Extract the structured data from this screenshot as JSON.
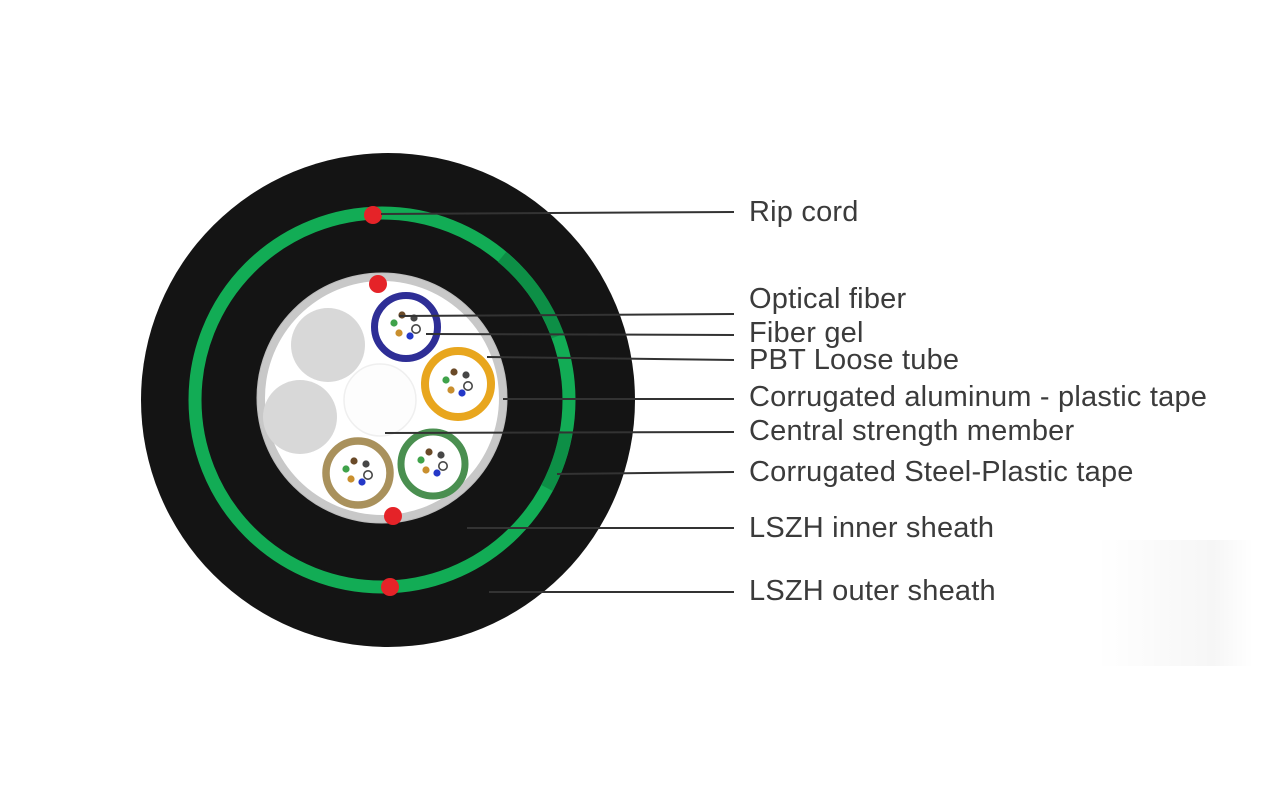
{
  "labels": {
    "rip_cord": "Rip cord",
    "optical_fiber": "Optical fiber",
    "fiber_gel": "Fiber gel",
    "pbt_loose_tube": "PBT Loose tube",
    "corrugated_aluminum_plastic_tape": "Corrugated aluminum - plastic tape",
    "central_strength_member": "Central strength member",
    "corrugated_steel_plastic_tape": "Corrugated Steel-Plastic tape",
    "lszh_inner_sheath": "LSZH inner sheath",
    "lszh_outer_sheath": "LSZH outer sheath"
  },
  "colors": {
    "sheath_black": "#141414",
    "steel_plastic_tape_green": "#12AC55",
    "steel_plastic_tape_green_dark": "#0D8C45",
    "aluminum_plastic_tape_gray": "#C8C8C8",
    "aluminum_plastic_tape_edge": "#BDBDBD",
    "core_white": "#FFFFFF",
    "filler_gray": "#D8D8D8",
    "central_strength_member_white": "#FDFDFD",
    "rip_cord_red": "#E52328",
    "tube_blue": "#2E2E96",
    "tube_yellow": "#E8A61E",
    "tube_green": "#4A8F50",
    "tube_brown": "#A9915C",
    "fiber_brown": "#6A4A28",
    "fiber_black": "#474747",
    "fiber_green": "#3FA24A",
    "fiber_white": "#FFFFFF",
    "fiber_orange": "#C98F2E",
    "fiber_blue": "#2438C8",
    "leader_line": "#333333",
    "label_text": "#3B3B3B"
  }
}
